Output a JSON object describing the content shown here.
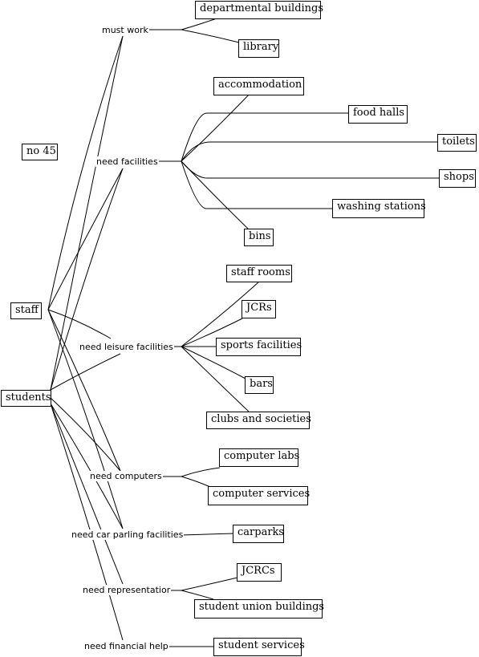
{
  "nodes": {
    "no45": "no 45",
    "staff": "staff",
    "students": "students",
    "must_work": "must work",
    "need_facilities": "need facilities",
    "need_leisure": "need leisure facilities",
    "need_computers": "need computers",
    "need_car": "need car parling facilities",
    "need_representation": "need representatior",
    "need_financial": "need financial help",
    "departmental_buildings": "departmental buildings",
    "library": "library",
    "accommodation": "accommodation",
    "food_halls": "food halls",
    "toilets": "toilets",
    "shops": "shops",
    "washing_stations": "washing stations",
    "bins": "bins",
    "staff_rooms": "staff rooms",
    "jcrs": "JCRs",
    "sports_facilities": "sports facilities",
    "bars": "bars",
    "clubs_societies": "clubs and societies",
    "computer_labs": "computer labs",
    "computer_services": "computer services",
    "carparks": "carparks",
    "jcrcs": "JCRCs",
    "student_union_buildings": "student union buildings",
    "student_services": "student services"
  },
  "colors": {
    "line": "#000000",
    "border": "#000000",
    "background": "#ffffff"
  }
}
